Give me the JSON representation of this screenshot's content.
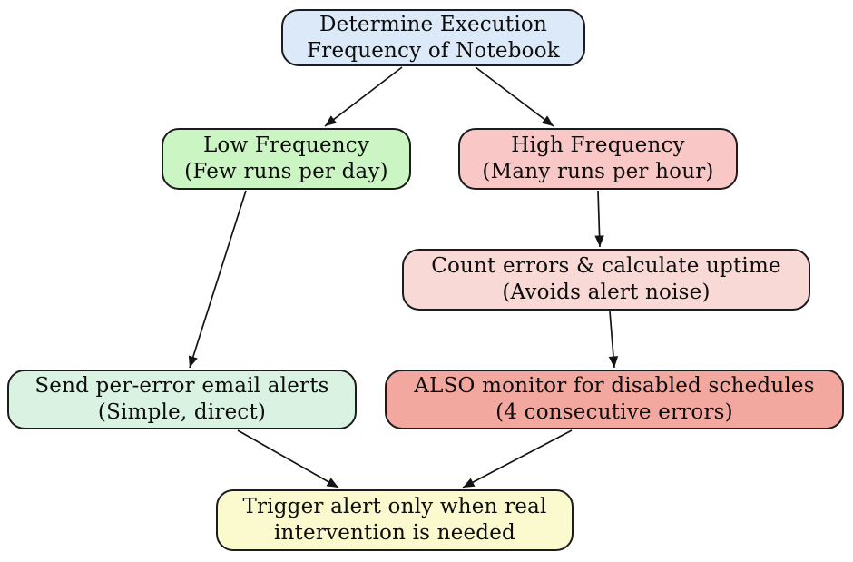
{
  "diagram": {
    "title": "Notebook execution-frequency alerting decision flowchart",
    "background_color": "#ffffff",
    "edge_color": "#141414",
    "node_border_color": "#1c1c1c",
    "nodes": {
      "determine_frequency": {
        "line1": "Determine Execution",
        "line2": "Frequency of Notebook",
        "fill": "#dce9f8"
      },
      "low_frequency": {
        "line1": "Low Frequency",
        "line2": "(Few runs per day)",
        "fill": "#cbf5c3"
      },
      "high_frequency": {
        "line1": "High Frequency",
        "line2": "(Many runs per hour)",
        "fill": "#f9c7c5"
      },
      "count_errors": {
        "line1": "Count errors & calculate uptime",
        "line2": "(Avoids alert noise)",
        "fill": "#f8d9d5"
      },
      "send_alerts": {
        "line1": "Send per-error email alerts",
        "line2": "(Simple, direct)",
        "fill": "#d9f2e2"
      },
      "also_monitor": {
        "line1": "ALSO monitor for disabled schedules",
        "line2": "(4 consecutive errors)",
        "fill": "#f2a79f"
      },
      "trigger_alert": {
        "line1": "Trigger alert only when real",
        "line2": "intervention is needed",
        "fill": "#fbf9ce"
      }
    },
    "edges": [
      {
        "from": "determine_frequency",
        "to": "low_frequency"
      },
      {
        "from": "determine_frequency",
        "to": "high_frequency"
      },
      {
        "from": "low_frequency",
        "to": "send_alerts"
      },
      {
        "from": "high_frequency",
        "to": "count_errors"
      },
      {
        "from": "count_errors",
        "to": "also_monitor"
      },
      {
        "from": "send_alerts",
        "to": "trigger_alert"
      },
      {
        "from": "also_monitor",
        "to": "trigger_alert"
      }
    ]
  }
}
